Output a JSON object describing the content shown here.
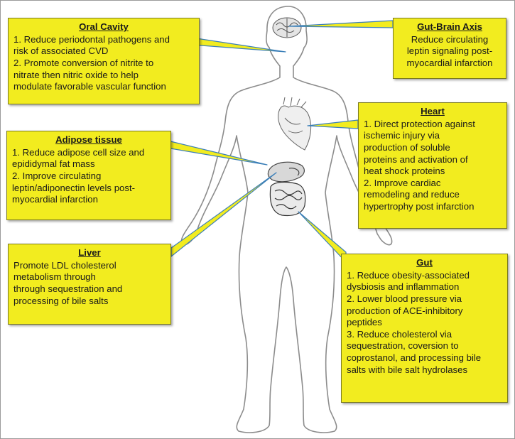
{
  "callouts": {
    "oral_cavity": {
      "title": "Oral Cavity",
      "body": "1. Reduce periodontal pathogens and\nrisk of associated CVD\n2. Promote conversion of nitrite to\nnitrate then nitric oxide to help\nmodulate favorable vascular function"
    },
    "gut_brain_axis": {
      "title": "Gut-Brain Axis",
      "body": "Reduce circulating\nleptin signaling post-\nmyocardial infarction"
    },
    "heart": {
      "title": "Heart",
      "body": "1. Direct protection against\nischemic injury via\nproduction of soluble\nproteins and activation of\nheat shock proteins\n2. Improve cardiac\nremodeling and reduce\nhypertrophy post infarction"
    },
    "adipose_tissue": {
      "title": "Adipose tissue",
      "body": "1. Reduce adipose cell size and\nepididymal fat mass\n2. Improve circulating\nleptin/adiponectin levels post-\nmyocardial infarction"
    },
    "liver": {
      "title": "Liver",
      "body": "Promote LDL cholesterol\nmetabolism through\nthrough sequestration and\nprocessing of bile salts"
    },
    "gut": {
      "title": "Gut",
      "body": "1. Reduce obesity-associated\ndysbiosis and inflammation\n2. Lower blood pressure via\nproduction of ACE-inhibitory\npeptides\n3. Reduce cholesterol via\nsequestration, coversion to\ncoprostanol, and processing bile\nsalts with bile salt hydrolases"
    }
  },
  "colors": {
    "callout_fill": "#f2ec1f",
    "callout_border": "#7a7a20",
    "pointer_fill": "#f2ec1f",
    "pointer_line": "#3b7fb8",
    "body_outline": "#8c8c8c"
  },
  "icons": {
    "brain": "brain-icon",
    "heart": "heart-icon",
    "liver": "liver-icon",
    "intestines": "intestines-icon"
  }
}
